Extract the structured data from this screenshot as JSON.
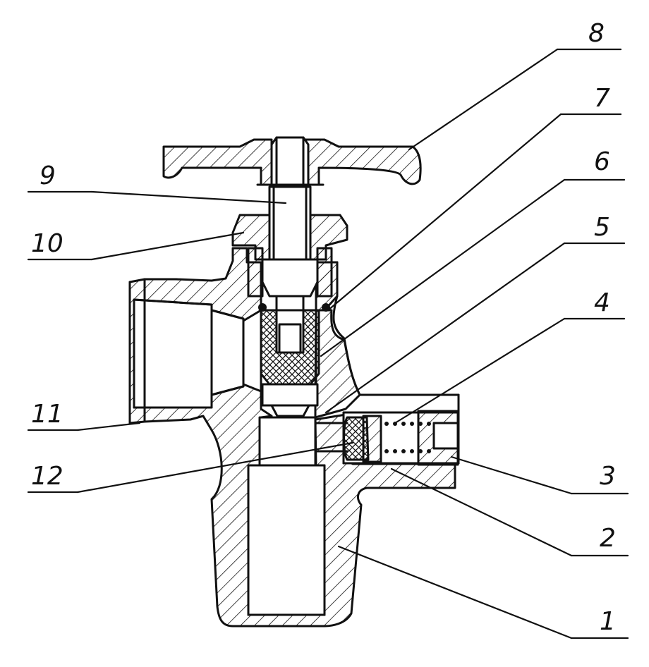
{
  "diagram": {
    "ink_color": "#111111",
    "background": "#ffffff",
    "callouts": [
      {
        "id": "c1",
        "label": "1"
      },
      {
        "id": "c2",
        "label": "2"
      },
      {
        "id": "c3",
        "label": "3"
      },
      {
        "id": "c4",
        "label": "4"
      },
      {
        "id": "c5",
        "label": "5"
      },
      {
        "id": "c6",
        "label": "6"
      },
      {
        "id": "c7",
        "label": "7"
      },
      {
        "id": "c8",
        "label": "8"
      },
      {
        "id": "c9",
        "label": "9"
      },
      {
        "id": "c10",
        "label": "10"
      },
      {
        "id": "c11",
        "label": "11"
      },
      {
        "id": "c12",
        "label": "12"
      }
    ]
  }
}
